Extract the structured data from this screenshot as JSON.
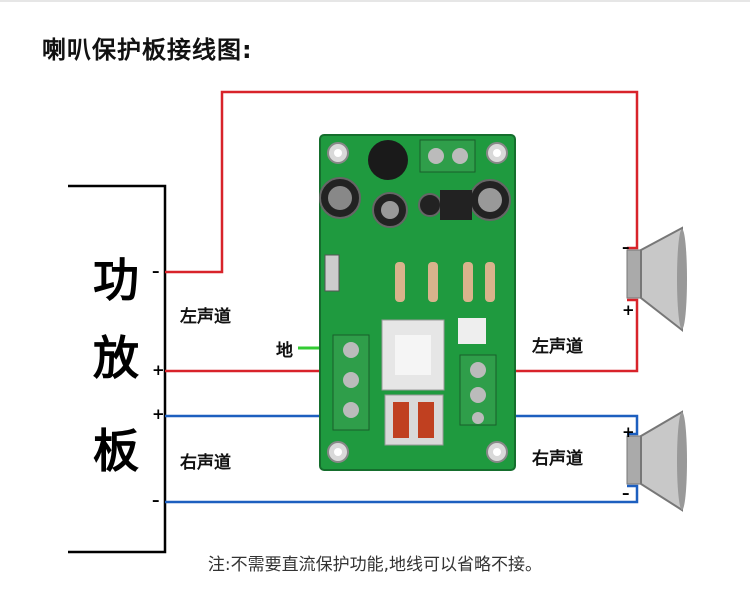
{
  "title": "喇叭保护板接线图:",
  "amplifier": {
    "chars": [
      "功",
      "放",
      "板"
    ]
  },
  "labels": {
    "left_channel_amp": "左声道",
    "right_channel_amp": "右声道",
    "left_channel_spk": "左声道",
    "right_channel_spk": "右声道",
    "ground": "地"
  },
  "signs": {
    "amp_left_minus": "–",
    "amp_left_plus": "+",
    "amp_right_plus": "+",
    "amp_right_minus": "–",
    "spk_top_minus": "–",
    "spk_top_plus": "+",
    "spk_bottom_plus": "+",
    "spk_bottom_minus": "–"
  },
  "note": "注:不需要直流保护功能,地线可以省略不接。",
  "colors": {
    "red_wire": "#d8232a",
    "blue_wire": "#1d5fbf",
    "green_wire": "#33cc33",
    "pcb": "#1f9a3f",
    "terminal": "#2f9e4a"
  }
}
